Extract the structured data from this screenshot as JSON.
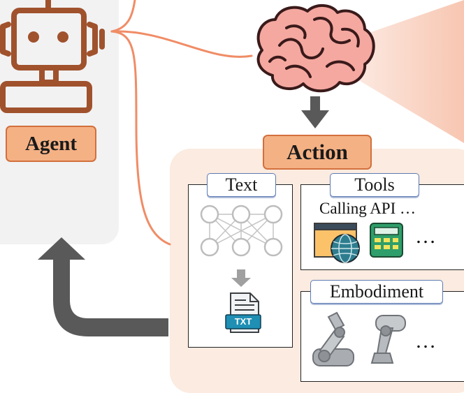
{
  "agent": {
    "label": "Agent"
  },
  "action": {
    "label": "Action"
  },
  "text_panel": {
    "title": "Text",
    "file_icon_label": "TXT"
  },
  "tools_panel": {
    "title": "Tools",
    "caption": "Calling API …",
    "more": "…"
  },
  "embodiment_panel": {
    "title": "Embodiment",
    "more": "…"
  },
  "colors": {
    "label_fill": "#f4b184",
    "label_border": "#d2703d",
    "agent_icon": "#a0522d",
    "connector": "#f08c66",
    "arrow": "#595959",
    "action_bg": "#fbebe0",
    "agent_bg": "#f2f2f3",
    "tab_border": "#5b7bb3"
  }
}
